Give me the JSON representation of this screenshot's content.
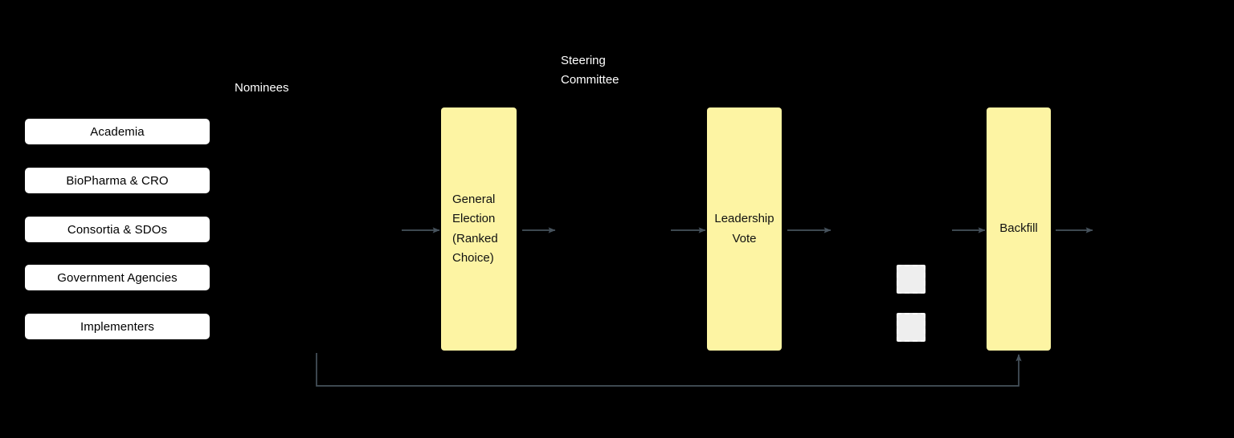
{
  "diagram": {
    "background_color": "#000000",
    "accent_color": "#fdf4a3",
    "arrow_color": "#46525c",
    "nominee_box_color": "#ffffff",
    "caption_color": "#ffffff",
    "placeholder_color": "#eeeeee"
  },
  "captions": {
    "nominees": "Nominees",
    "steering_committee": "Steering\nCommittee"
  },
  "nominees": [
    {
      "label": "Academia"
    },
    {
      "label": "BioPharma & CRO"
    },
    {
      "label": "Consortia & SDOs"
    },
    {
      "label": "Government Agencies"
    },
    {
      "label": "Implementers"
    }
  ],
  "stages": [
    {
      "id": "general-election",
      "label": "General\nElection\n(Ranked\nChoice)",
      "align": "left"
    },
    {
      "id": "leadership-vote",
      "label": "Leadership\nVote",
      "align": "center"
    },
    {
      "id": "backfill",
      "label": "Backfill",
      "align": "center"
    }
  ],
  "placeholders": [
    {
      "id": "placeholder-1"
    },
    {
      "id": "placeholder-2"
    }
  ]
}
